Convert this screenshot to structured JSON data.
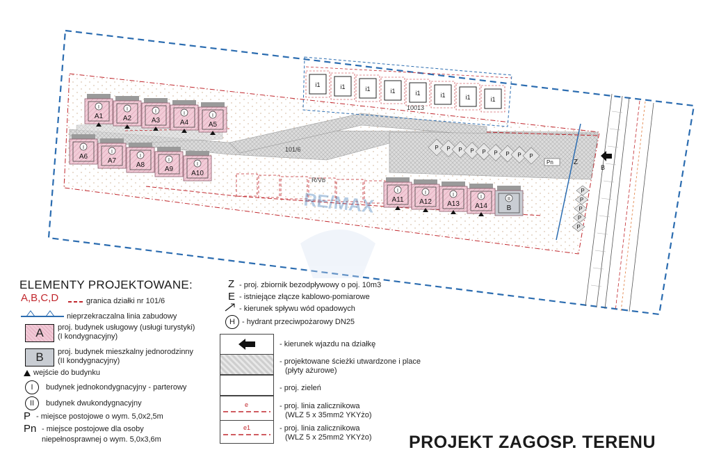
{
  "plan": {
    "buildings_upper_left": [
      "A1",
      "A2",
      "A3",
      "A4",
      "A5"
    ],
    "buildings_lower_left": [
      "A6",
      "A7",
      "A8",
      "A9",
      "A10"
    ],
    "buildings_lower_right": [
      "A11",
      "A12",
      "A13",
      "A14",
      "B"
    ],
    "neighbour_label": "i1",
    "neighbour_plot": "10013",
    "plot_number": "101/6",
    "plot_number_alt": "R/Vb",
    "tank_letter": "Z",
    "hydrant_letter": "B",
    "parking_label": "P",
    "parking_disabled_label": "Pn",
    "floor_single": "I",
    "floor_double": "II",
    "watermark": "RE/MAX",
    "colors": {
      "dashed_border": "#2b6cb0",
      "plot_line": "#c1272d",
      "building_fill": "#f0c4d1",
      "gray_roof": "#9a9a9a"
    }
  },
  "legend": {
    "title": "ELEMENTY PROJEKTOWANE:",
    "items": {
      "plot_symbol": "A,B,C,D",
      "plot": "granica działki nr 101/6",
      "building_line": "nieprzekraczalna linia zabudowy",
      "service_letter": "A",
      "service_1": "proj. budynek usługowy (usługi turystyki)",
      "service_2": "(I kondygnacyjny)",
      "house_letter": "B",
      "house_1": "proj. budynek mieszkalny jednorodzinny",
      "house_2": "(II kondygnacyjny)",
      "entrance": "wejście do budynku",
      "single_symbol": "I",
      "single": "budynek jednokondygnacyjny - parterowy",
      "double_symbol": "II",
      "double": "budynek dwukondygnacyjny",
      "p_symbol": "P",
      "parking": "- miejsce postojowe o wym. 5,0x2,5m",
      "pn_symbol": "Pn",
      "parking_disabled_1": "- miejsce postojowe dla osoby",
      "parking_disabled_2": "niepełnosprawnej o wym. 5,0x3,6m"
    },
    "right_items": {
      "z_symbol": "Z",
      "tank": "- proj. zbiornik bezodpływowy o poj. 10m3",
      "e_symbol": "E",
      "cable": "- istniejące złącze kablowo-pomiarowe",
      "runoff_symbol": "/",
      "runoff": "- kierunek spływu wód opadowych",
      "h_symbol": "H",
      "hydrant": "- hydrant przeciwpożarowy DN25",
      "entry": "- kierunek wjazdu na działkę",
      "paths_1": "- projektowane ścieżki utwardzone i place",
      "paths_2": "(płyty ażurowe)",
      "green": "- proj. zieleń",
      "line_e_symbol": "e",
      "line_e_1": "- proj. linia zalicznikowa",
      "line_e_2": "(WLZ 5 x 35mm2 YKYżo)",
      "line_e1_symbol": "e1",
      "line_e1_1": "- proj. linia zalicznikowa",
      "line_e1_2": "(WLZ 5 x 25mm2 YKYżo)"
    }
  },
  "footer": {
    "title": "PROJEKT ZAGOSP. TERENU"
  }
}
